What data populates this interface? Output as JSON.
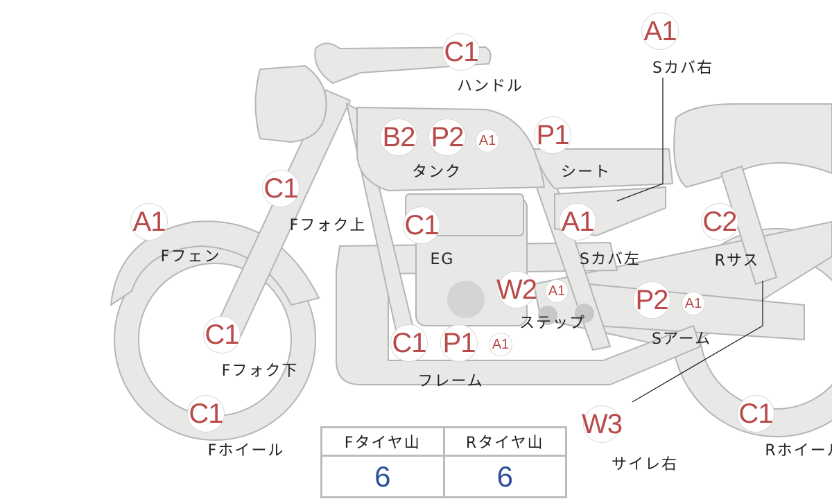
{
  "colors": {
    "badge_text": "#b84a4a",
    "value_text": "#2e4f9a",
    "body_fill": "#e8e8e6",
    "body_stroke": "#b5b5b5"
  },
  "parts": [
    {
      "label": "ハンドル",
      "codes": [
        "C1"
      ]
    },
    {
      "label": "Sカバ右",
      "codes": [
        "A1"
      ]
    },
    {
      "label": "タンク",
      "codes": [
        "B2",
        "P2",
        "A1"
      ]
    },
    {
      "label": "シート",
      "codes": [
        "P1"
      ]
    },
    {
      "label": "Fフォク上",
      "codes": [
        "C1"
      ]
    },
    {
      "label": "Fフェン",
      "codes": [
        "A1"
      ]
    },
    {
      "label": "EG",
      "codes": [
        "C1"
      ]
    },
    {
      "label": "Sカバ左",
      "codes": [
        "A1"
      ]
    },
    {
      "label": "Rサス",
      "codes": [
        "C2"
      ]
    },
    {
      "label": "ステップ",
      "codes": [
        "W2",
        "A1"
      ]
    },
    {
      "label": "Sアーム",
      "codes": [
        "P2",
        "A1"
      ]
    },
    {
      "label": "Fフォク下",
      "codes": [
        "C1"
      ]
    },
    {
      "label": "フレーム",
      "codes": [
        "C1",
        "P1",
        "A1"
      ]
    },
    {
      "label": "Fホイール",
      "codes": [
        "C1"
      ]
    },
    {
      "label": "サイレ右",
      "codes": [
        "W3"
      ]
    },
    {
      "label": "Rホイール",
      "codes": [
        "C1"
      ]
    }
  ],
  "tire_table": {
    "headers": [
      "Fタイヤ山",
      "Rタイヤ山"
    ],
    "values": [
      "6",
      "6"
    ]
  }
}
